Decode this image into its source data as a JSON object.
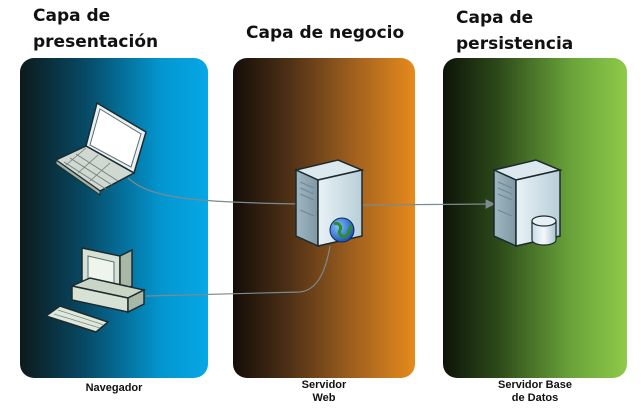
{
  "layers": {
    "presentation": {
      "title": "Capa de\npresentación",
      "caption": "Navegador"
    },
    "business": {
      "title": "Capa de negocio",
      "caption": "Servidor\nWeb"
    },
    "persistence": {
      "title": "Capa de\npersistencia",
      "caption": "Servidor Base\nde Datos"
    }
  },
  "icons": [
    "laptop-icon",
    "desktop-computer-icon",
    "web-server-icon",
    "globe-icon",
    "database-server-icon",
    "database-icon"
  ],
  "colors": {
    "presentation_panel": "#06a8e6",
    "business_panel": "#e68a1c",
    "persistence_panel": "#8fca4a"
  }
}
